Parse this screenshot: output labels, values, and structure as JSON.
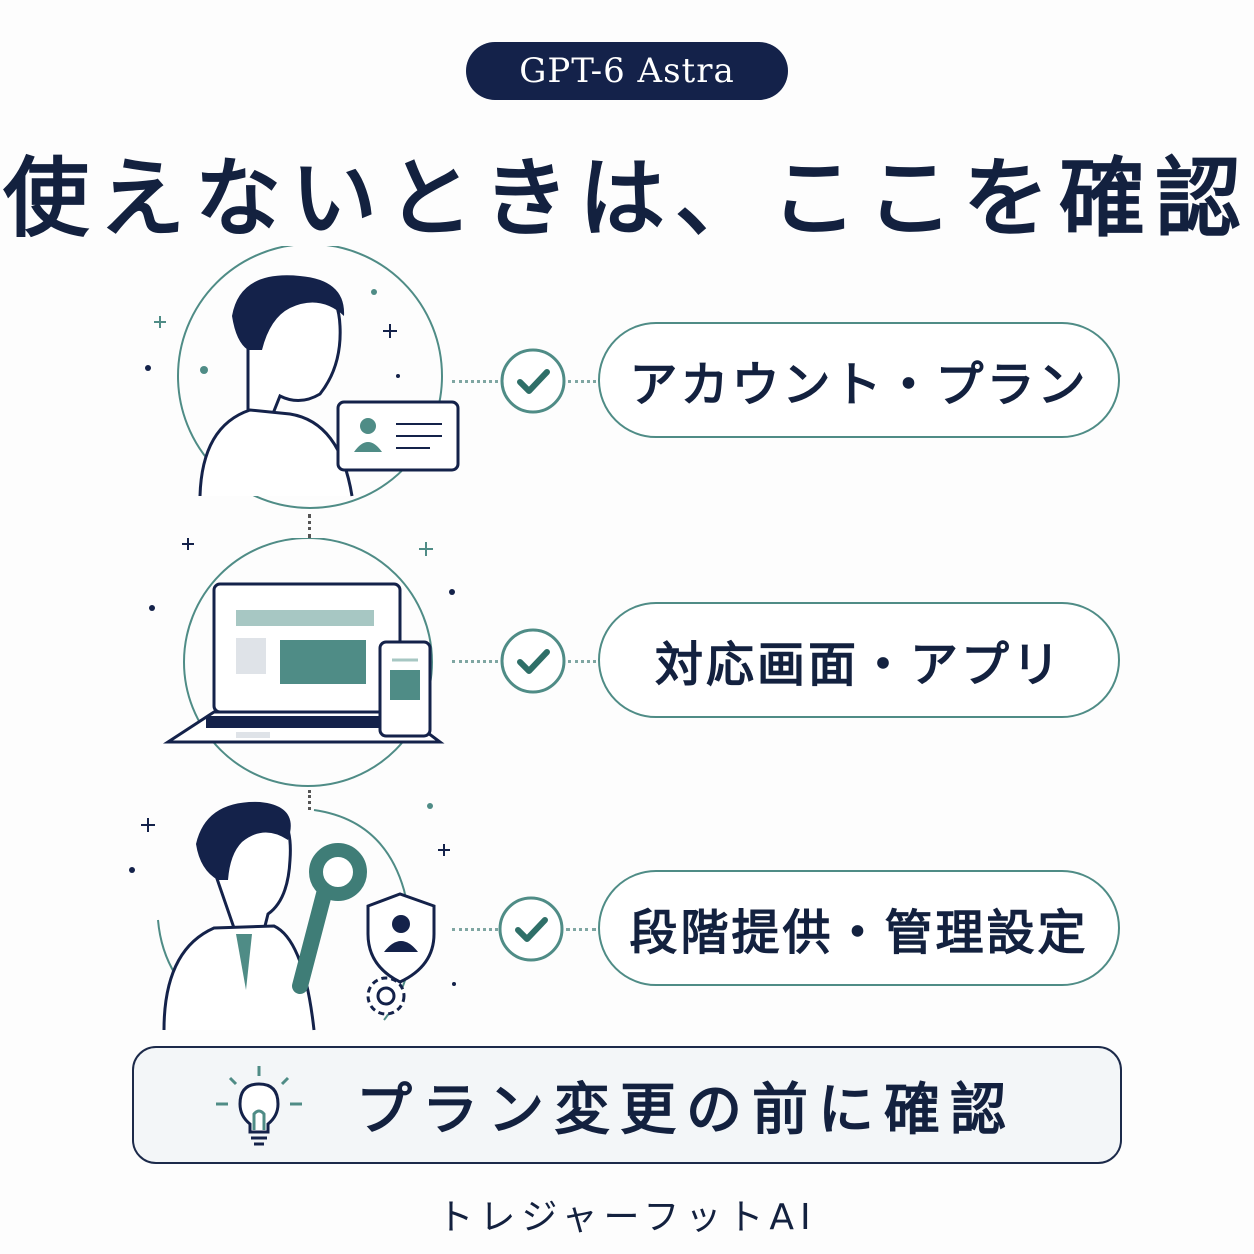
{
  "header": {
    "badge": "GPT-6 Astra",
    "title": "使えないときは、ここを確認"
  },
  "checks": [
    {
      "label": "アカウント・プラン",
      "icon": "check-icon"
    },
    {
      "label": "対応画面・アプリ",
      "icon": "check-icon"
    },
    {
      "label": "段階提供・管理設定",
      "icon": "check-icon"
    }
  ],
  "banner": {
    "text": "プラン変更の前に確認",
    "icon": "lightbulb-icon"
  },
  "footer": {
    "brand": "トレジャーフットAI"
  },
  "colors": {
    "navy": "#14224a",
    "teal": "#4f8c86",
    "teal_light": "#a7c7c3"
  }
}
